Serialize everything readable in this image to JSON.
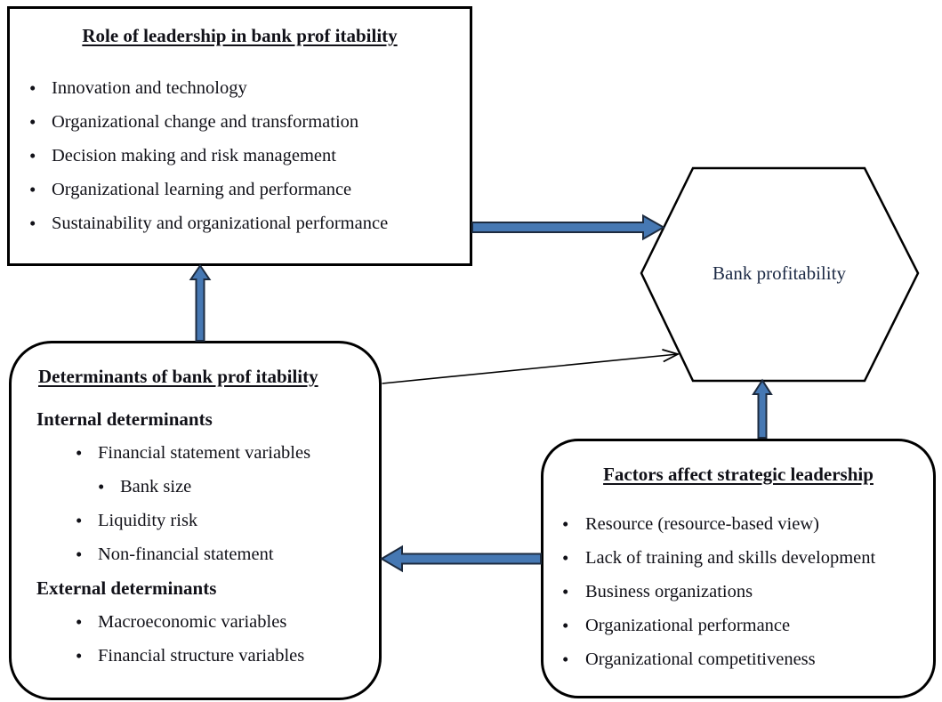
{
  "diagram": {
    "bullet": "•",
    "colors": {
      "arrow_fill": "#4678b3",
      "arrow_outline": "#1d2b3f",
      "shape_border": "#000000",
      "text": "#111118",
      "hexagon_text": "#1c2a45"
    },
    "role_box": {
      "title": "Role of leadership in bank prof itability",
      "items": [
        "Innovation and technology",
        "Organizational change and transformation",
        "Decision making and risk management",
        "Organizational learning and performance",
        "Sustainability and organizational performance"
      ]
    },
    "hexagon": {
      "label": "Bank profitability"
    },
    "determinants_box": {
      "title": "Determinants of bank prof itability",
      "sections": [
        {
          "heading": "Internal determinants",
          "items": [
            "Financial statement variables",
            "Bank size",
            "Liquidity risk",
            "Non-financial statement"
          ]
        },
        {
          "heading": "External determinants",
          "items": [
            "Macroeconomic variables",
            "Financial structure variables"
          ]
        }
      ]
    },
    "factors_box": {
      "title": "Factors affect strategic leadership",
      "items": [
        "Resource (resource-based view)",
        "Lack of training and skills development",
        "Business organizations",
        "Organizational performance",
        "Organizational competitiveness"
      ]
    }
  }
}
